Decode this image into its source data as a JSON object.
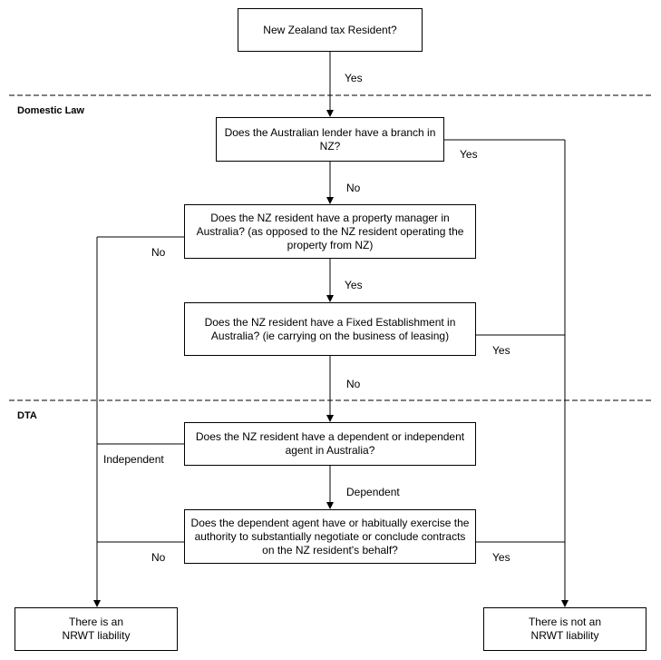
{
  "sections": {
    "domestic": "Domestic Law",
    "dta": "DTA"
  },
  "nodes": {
    "resident": "New Zealand tax Resident?",
    "branch": "Does the Australian lender have a branch in NZ?",
    "manager": "Does the NZ resident have a property manager in Australia? (as opposed to the NZ resident operating the property from NZ)",
    "fixed": "Does the NZ resident have a Fixed Establishment in Australia? (ie carrying on the business of leasing)",
    "agent": "Does the NZ resident have a dependent or independent agent in Australia?",
    "authority": "Does the dependent agent have or habitually exercise the authority to substantially negotiate or conclude contracts on the NZ resident's behalf?",
    "liability": "There is an NRWT liability",
    "no_liability": "There is not an NRWT liability"
  },
  "edges": {
    "resident_yes": "Yes",
    "branch_yes": "Yes",
    "branch_no": "No",
    "manager_no": "No",
    "manager_yes": "Yes",
    "fixed_yes": "Yes",
    "fixed_no": "No",
    "agent_independent": "Independent",
    "agent_dependent": "Dependent",
    "authority_no": "No",
    "authority_yes": "Yes"
  }
}
